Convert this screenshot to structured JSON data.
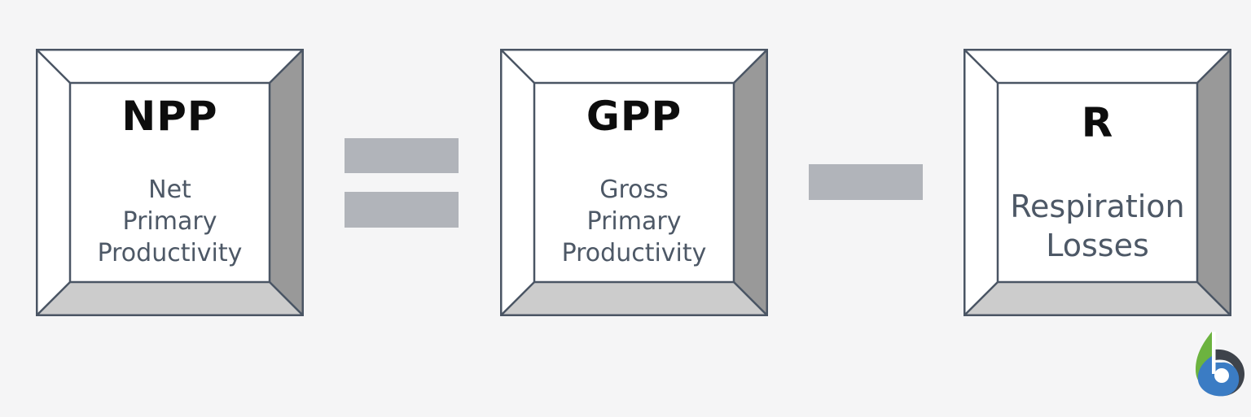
{
  "equation": {
    "terms": [
      {
        "abbr": "NPP",
        "desc_lines": [
          "Net",
          "Primary",
          "Productivity"
        ]
      },
      {
        "abbr": "GPP",
        "desc_lines": [
          "Gross",
          "Primary",
          "Productivity"
        ]
      },
      {
        "abbr": "R",
        "desc_lines": [
          "Respiration",
          "Losses"
        ]
      }
    ],
    "operators": [
      "equals",
      "minus"
    ]
  },
  "colors": {
    "background": "#f5f5f6",
    "box_outline": "#4a5564",
    "face_light": "#ffffff",
    "face_right": "#999999",
    "face_bottom": "#cccccc",
    "operator": "#b1b4ba",
    "abbr_text": "#0d0d0d",
    "desc_text": "#4d5866",
    "logo_green": "#6cb33f",
    "logo_blue": "#3b7cc4",
    "logo_dark": "#3e434b"
  },
  "logo": {
    "icon": "brand-logo-icon"
  }
}
